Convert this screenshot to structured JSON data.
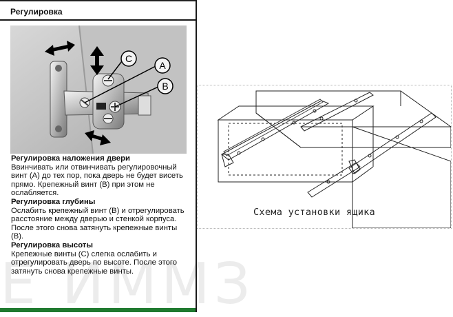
{
  "left_panel": {
    "section_title": "Регулировка",
    "callouts": [
      "C",
      "A",
      "B"
    ],
    "overlay_adjustment": {
      "heading": "Регулировка наложения двери",
      "body": "Ввинчивать или отвинчивать регулировочный винт (А) до тех пор, пока дверь не будет висеть прямо. Крепежный винт (В) при этом не ослабляется."
    },
    "depth_adjustment": {
      "heading": "Регулировка глубины",
      "body": "Ослабить крепежный винт (В) и отрегулировать расстояние между дверью и стенкой корпуса. После этого снова затянуть крепежные винты (В)."
    },
    "height_adjustment": {
      "heading": "Регулировка высоты",
      "body": "Крепежные винты (С) слегка ослабить и отрегулировать дверь по высоте. После этого затянуть снова крепежные винты."
    },
    "accent_color": "#1f7a2f"
  },
  "watermark": {
    "text": "Е ИММЗ"
  },
  "drawer_diagram": {
    "caption": "Схема установки ящика"
  }
}
